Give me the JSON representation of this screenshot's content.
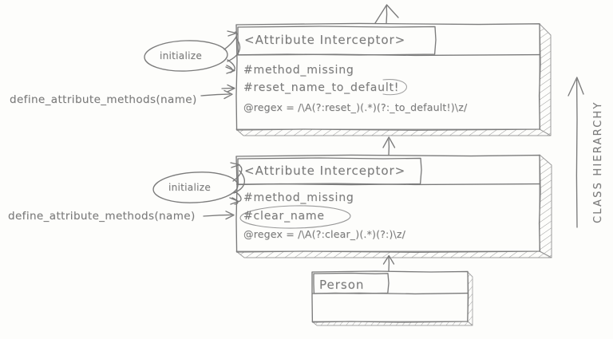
{
  "diagram": {
    "title_hidden": "Ruby AttributeInterceptor class hierarchy sketch",
    "axis_label": "CLASS HIERARCHY"
  },
  "classes": [
    {
      "id": "interceptor-reset",
      "name": "<Attribute Interceptor>",
      "members": [
        "#method_missing",
        "#reset_name_to_default!"
      ],
      "highlighted_member": "#reset_name_to_default!",
      "regex": "@regex = /\\A(?:reset_)(.*)(?:_to_default!)\\z/",
      "call_label": "define_attribute_methods(name)",
      "hook_label": "initialize"
    },
    {
      "id": "interceptor-clear",
      "name": "<Attribute Interceptor>",
      "members": [
        "#method_missing",
        "#clear_name"
      ],
      "highlighted_member": "#clear_name",
      "regex": "@regex = /\\A(?:clear_)(.*)(?:)\\z/",
      "call_label": "define_attribute_methods(name)",
      "hook_label": "initialize"
    },
    {
      "id": "person",
      "name": "Person",
      "members": [],
      "regex": "",
      "call_label": "",
      "hook_label": ""
    }
  ],
  "colors": {
    "ink": "#6b6b6b",
    "ink_light": "#9a9a9a",
    "paper": "#fdfdfb"
  }
}
